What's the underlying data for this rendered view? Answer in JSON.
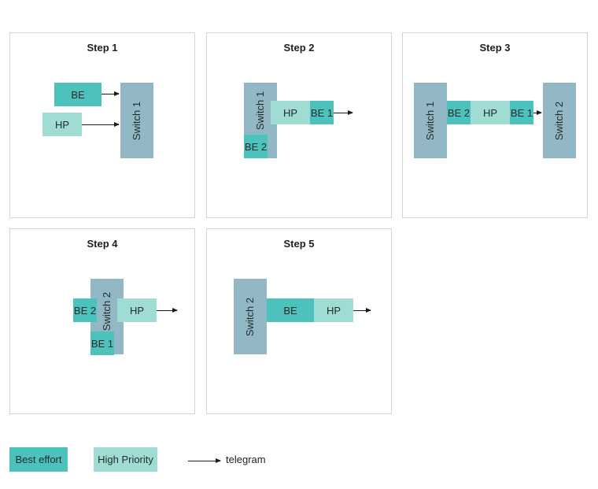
{
  "colors": {
    "best_effort": "#4dc2bd",
    "high_priority": "#9fdcd3",
    "switch": "#92b8c5",
    "border": "#c9d9d8"
  },
  "steps": [
    {
      "title": "Step 1",
      "be": "BE",
      "hp": "HP",
      "switch": "Switch 1"
    },
    {
      "title": "Step 2",
      "switch": "Switch 1",
      "hp": "HP",
      "be1": "BE 1",
      "be2": "BE 2"
    },
    {
      "title": "Step 3",
      "switch1": "Switch 1",
      "be2": "BE 2",
      "hp": "HP",
      "be1": "BE 1",
      "switch2": "Switch 2"
    },
    {
      "title": "Step 4",
      "be2": "BE 2",
      "switch": "Switch 2",
      "hp": "HP",
      "be1": "BE 1"
    },
    {
      "title": "Step 5",
      "switch": "Switch 2",
      "be": "BE",
      "hp": "HP"
    }
  ],
  "legend": {
    "best_effort": "Best effort",
    "high_priority": "High Priority",
    "telegram": "telegram"
  }
}
